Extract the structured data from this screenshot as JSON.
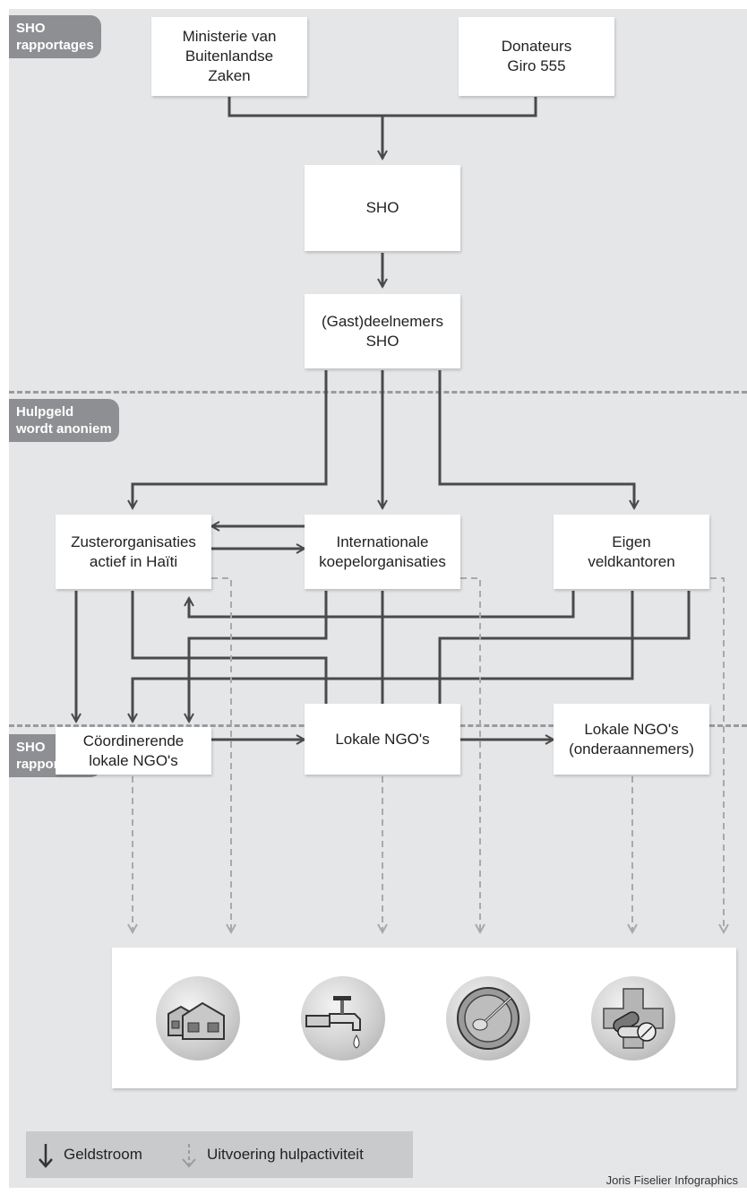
{
  "labels": {
    "top": "SHO\nrapportages",
    "middle": "Hulpgeld\nwordt anoniem",
    "bottom": "SHO\nrapportages"
  },
  "nodes": {
    "ministerie": "Ministerie van\nBuitenlandse\nZaken",
    "donateurs": "Donateurs\nGiro 555",
    "sho": "SHO",
    "deelnemers": "(Gast)deelnemers\nSHO",
    "zuster": "Zusterorganisaties\nactief in Haïti",
    "koepel": "Internationale\nkoepelorganisaties",
    "eigen": "Eigen\nveldkantoren",
    "coordinerende": "Cöordinerende\nlokale NGO's",
    "lokale": "Lokale NGO's",
    "onderaannemers": "Lokale NGO's\n(onderaannemers)"
  },
  "icons": [
    "tent-icon",
    "water-tap-icon",
    "food-bowl-icon",
    "medical-cross-icon"
  ],
  "legend": {
    "money_flow": "Geldstroom",
    "aid_activity": "Uitvoering hulpactiviteit"
  },
  "credit": "Joris Fiselier Infographics",
  "colors": {
    "panel": "#e5e6e8",
    "tag": "#8e8f92",
    "solid_line": "#4a4a4a",
    "dashed_line": "#a8a9ab",
    "legend_bg": "#c9cacc"
  }
}
